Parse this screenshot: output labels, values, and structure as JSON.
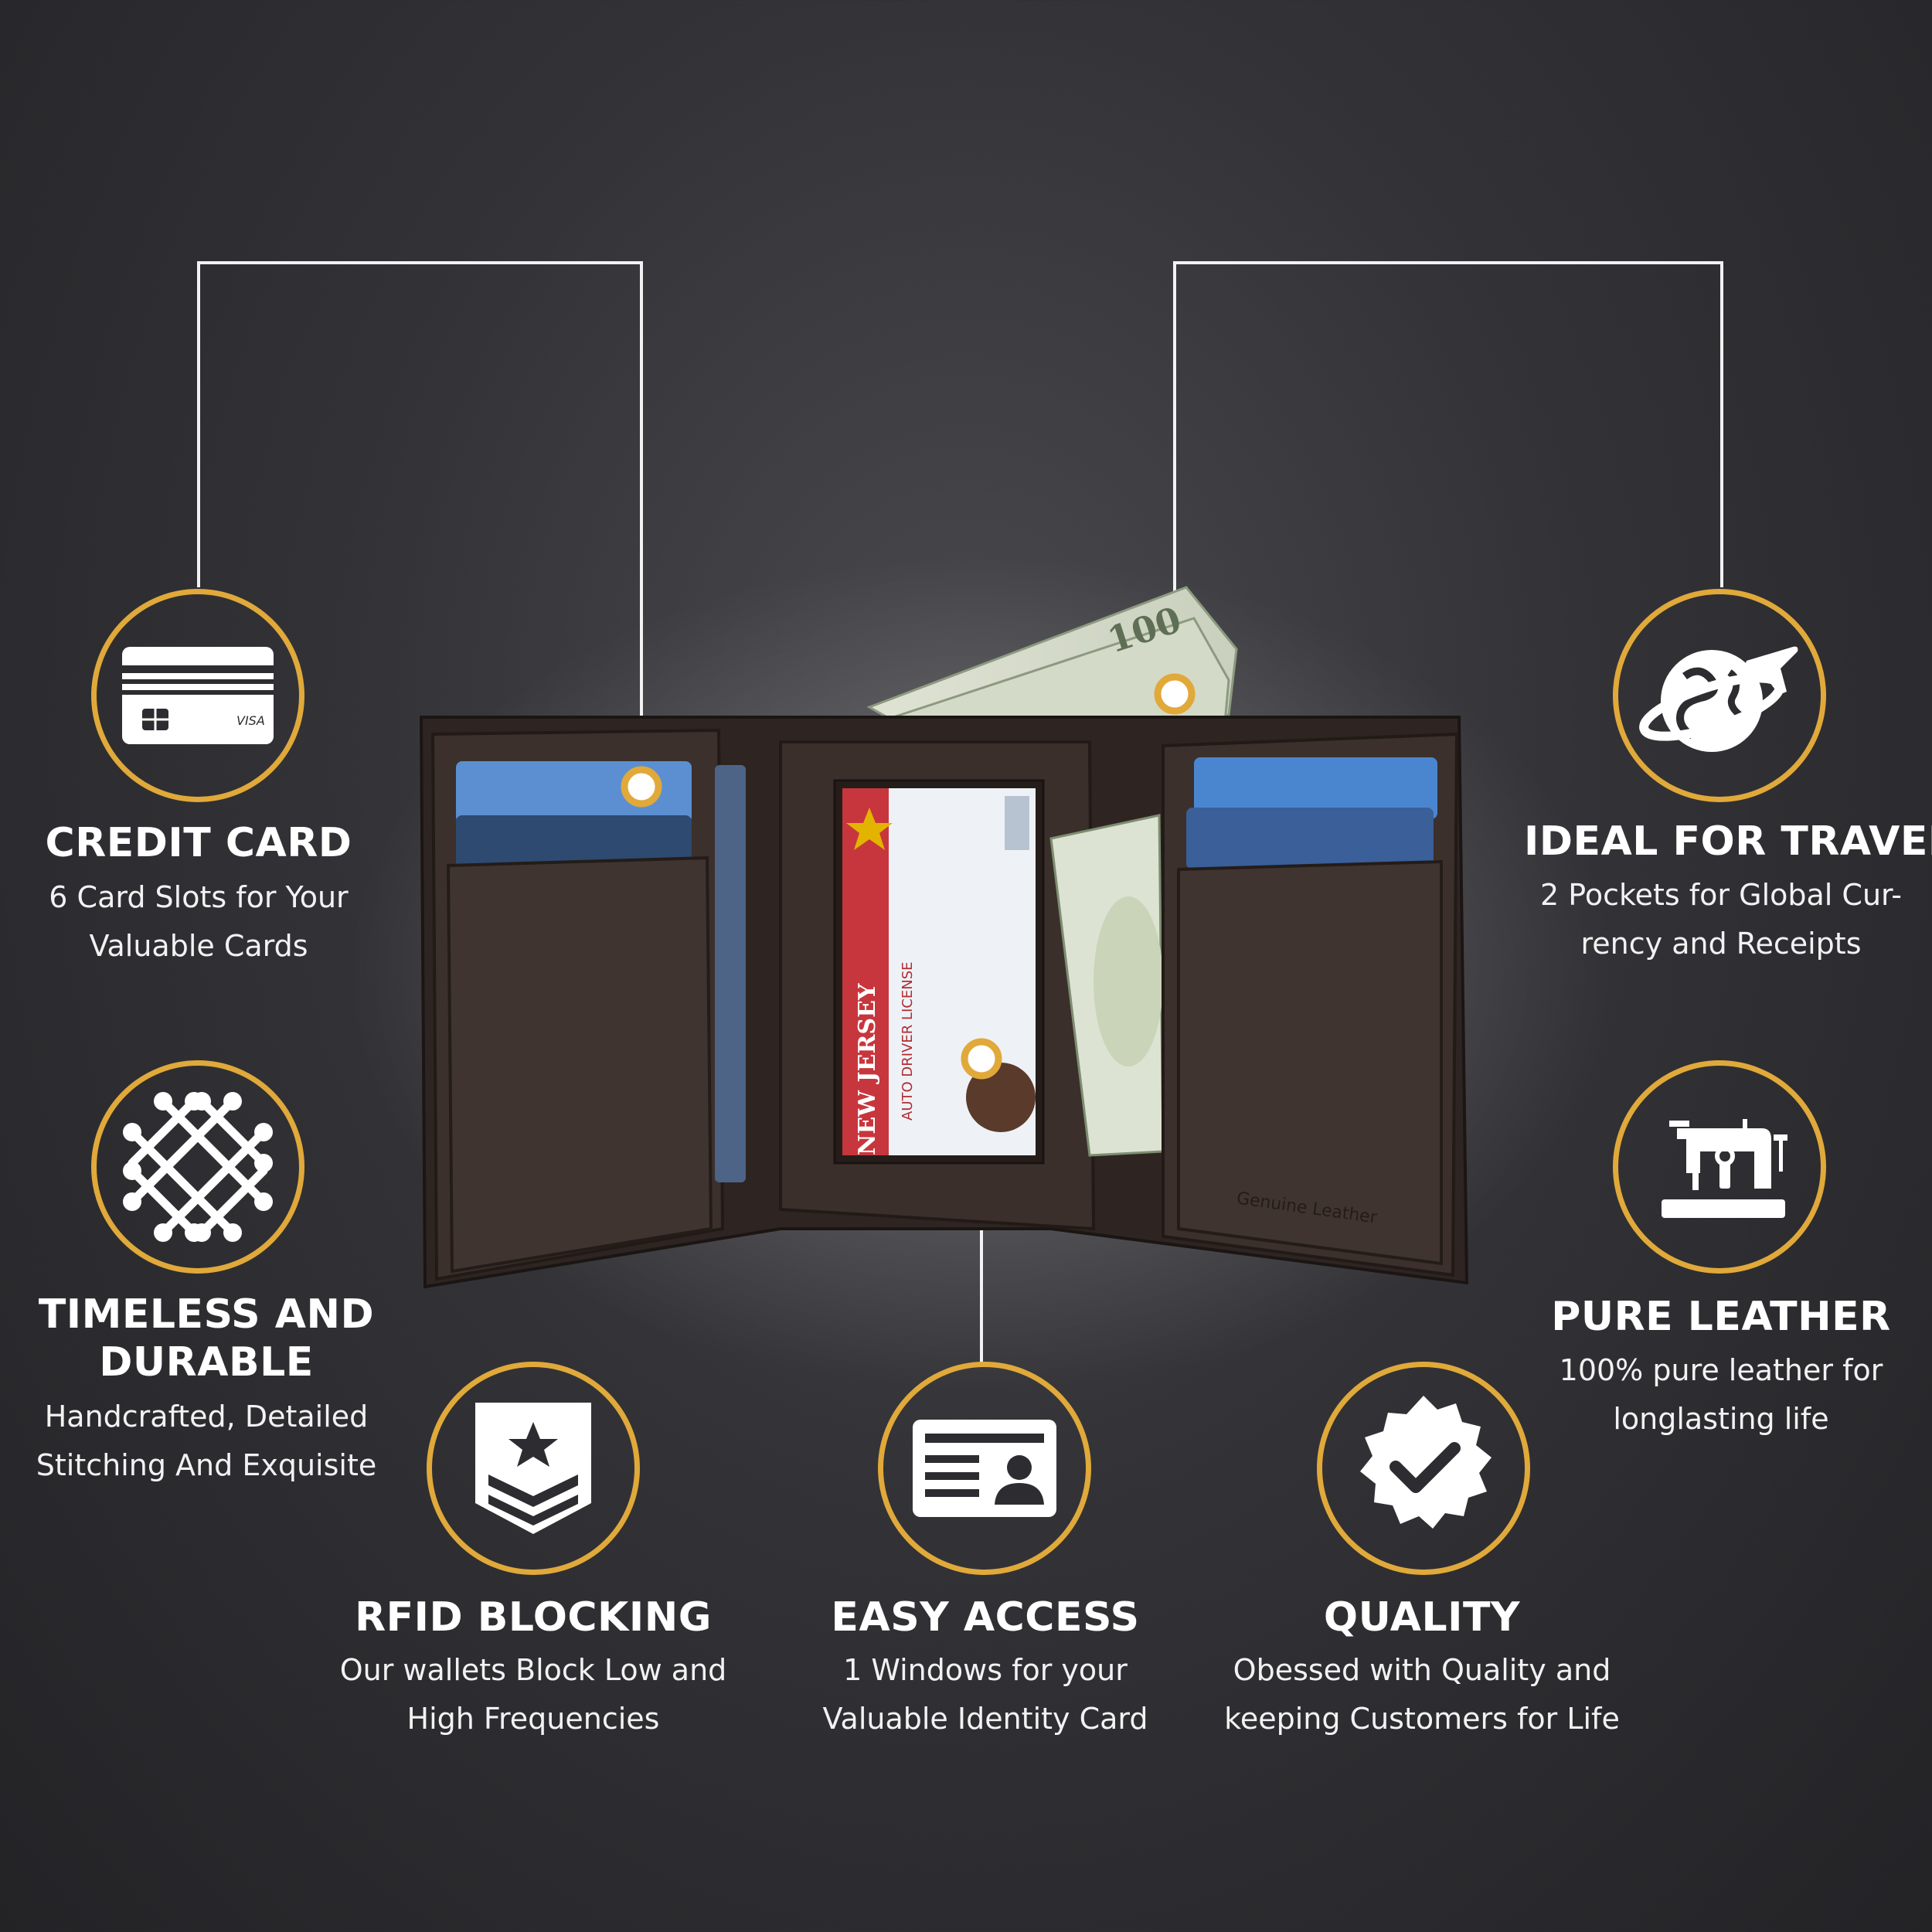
{
  "colors": {
    "accent": "#e0a93a",
    "background": "#2d2d31",
    "text": "#ffffff",
    "leather": "#3a2f2b"
  },
  "features": {
    "credit_card": {
      "title": "CREDIT CARD",
      "desc_line1": "6 Card Slots for Your",
      "desc_line2": "Valuable Cards",
      "icon": "credit-card-icon",
      "card_brand": "VISA"
    },
    "travel": {
      "title": "IDEAL FOR TRAVEL",
      "desc_line1": "2 Pockets for Global Cur-",
      "desc_line2": "rency and Receipts",
      "icon": "globe-airplane-icon"
    },
    "timeless": {
      "title_line1": "TIMELESS AND",
      "title_line2": "DURABLE",
      "desc_line1": "Handcrafted, Detailed",
      "desc_line2": "Stitching And Exquisite",
      "icon": "stitch-pattern-icon"
    },
    "leather": {
      "title": "PURE LEATHER",
      "desc_line1": "100% pure leather for",
      "desc_line2": "longlasting life",
      "icon": "sewing-machine-icon"
    },
    "rfid": {
      "title": "RFID BLOCKING",
      "desc_line1": "Our wallets Block Low and",
      "desc_line2": "High Frequencies",
      "icon": "shield-star-icon"
    },
    "access": {
      "title": "EASY ACCESS",
      "desc_line1": "1  Windows for your",
      "desc_line2": "Valuable  Identity Card",
      "icon": "id-card-icon"
    },
    "quality": {
      "title": "QUALITY",
      "desc_line1": "Obessed with Quality and",
      "desc_line2": "keeping Customers for Life",
      "icon": "quality-badge-check-icon"
    }
  },
  "wallet": {
    "stamp": "Genuine Leather",
    "id_card_header": "NEW JERSEY",
    "id_card_sub": "AUTO DRIVER LICENSE",
    "bill_value": "100"
  }
}
